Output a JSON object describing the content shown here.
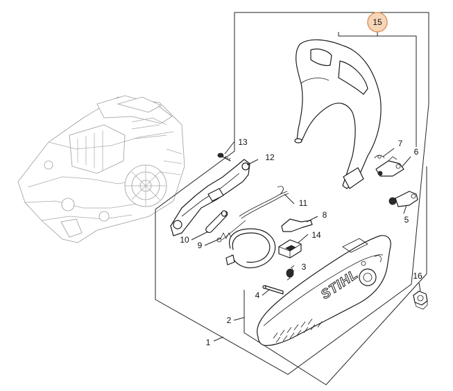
{
  "callouts": {
    "c1": "1",
    "c2": "2",
    "c3": "3",
    "c4": "4",
    "c5": "5",
    "c6": "6",
    "c7": "7",
    "c8": "8",
    "c9": "9",
    "c10": "10",
    "c11": "11",
    "c12": "12",
    "c13": "13",
    "c14": "14",
    "c15": "15",
    "c16": "16"
  },
  "highlighted_callout": "15",
  "brand_mark": "STIHL",
  "colors": {
    "line": "#1a1a1a",
    "ghost": "#9a9a9a",
    "highlight_fill": "#f6d6b8",
    "highlight_stroke": "#e0955a"
  }
}
